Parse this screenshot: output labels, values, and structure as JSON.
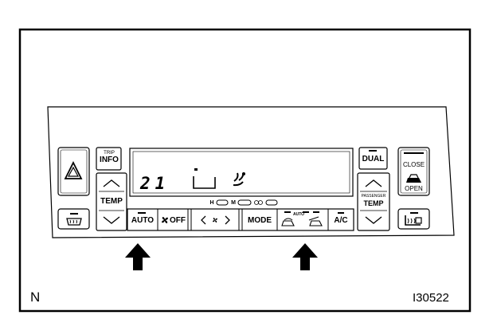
{
  "labels": {
    "trip_info_line1": "TRIP",
    "trip_info_line2": "INFO",
    "temp": "TEMP",
    "dual": "DUAL",
    "close": "CLOSE",
    "open": "OPEN",
    "passenger_line1": "PASSENGER",
    "passenger_line2": "TEMP",
    "auto": "AUTO",
    "fan_off": "OFF",
    "mode": "MODE",
    "recirc_auto": "AUTO",
    "ac": "A/C",
    "display_temp": "21",
    "indicator_h": "H",
    "indicator_m": "M"
  },
  "corner_left": "N",
  "corner_right": "I30522",
  "icons": [
    "hazard-icon",
    "rear-defrost-icon",
    "fan-icon",
    "air-recirculation-icon",
    "fresh-air-icon",
    "seat-heater-icon",
    "airflow-mode-icon",
    "arrow-up-icon"
  ]
}
